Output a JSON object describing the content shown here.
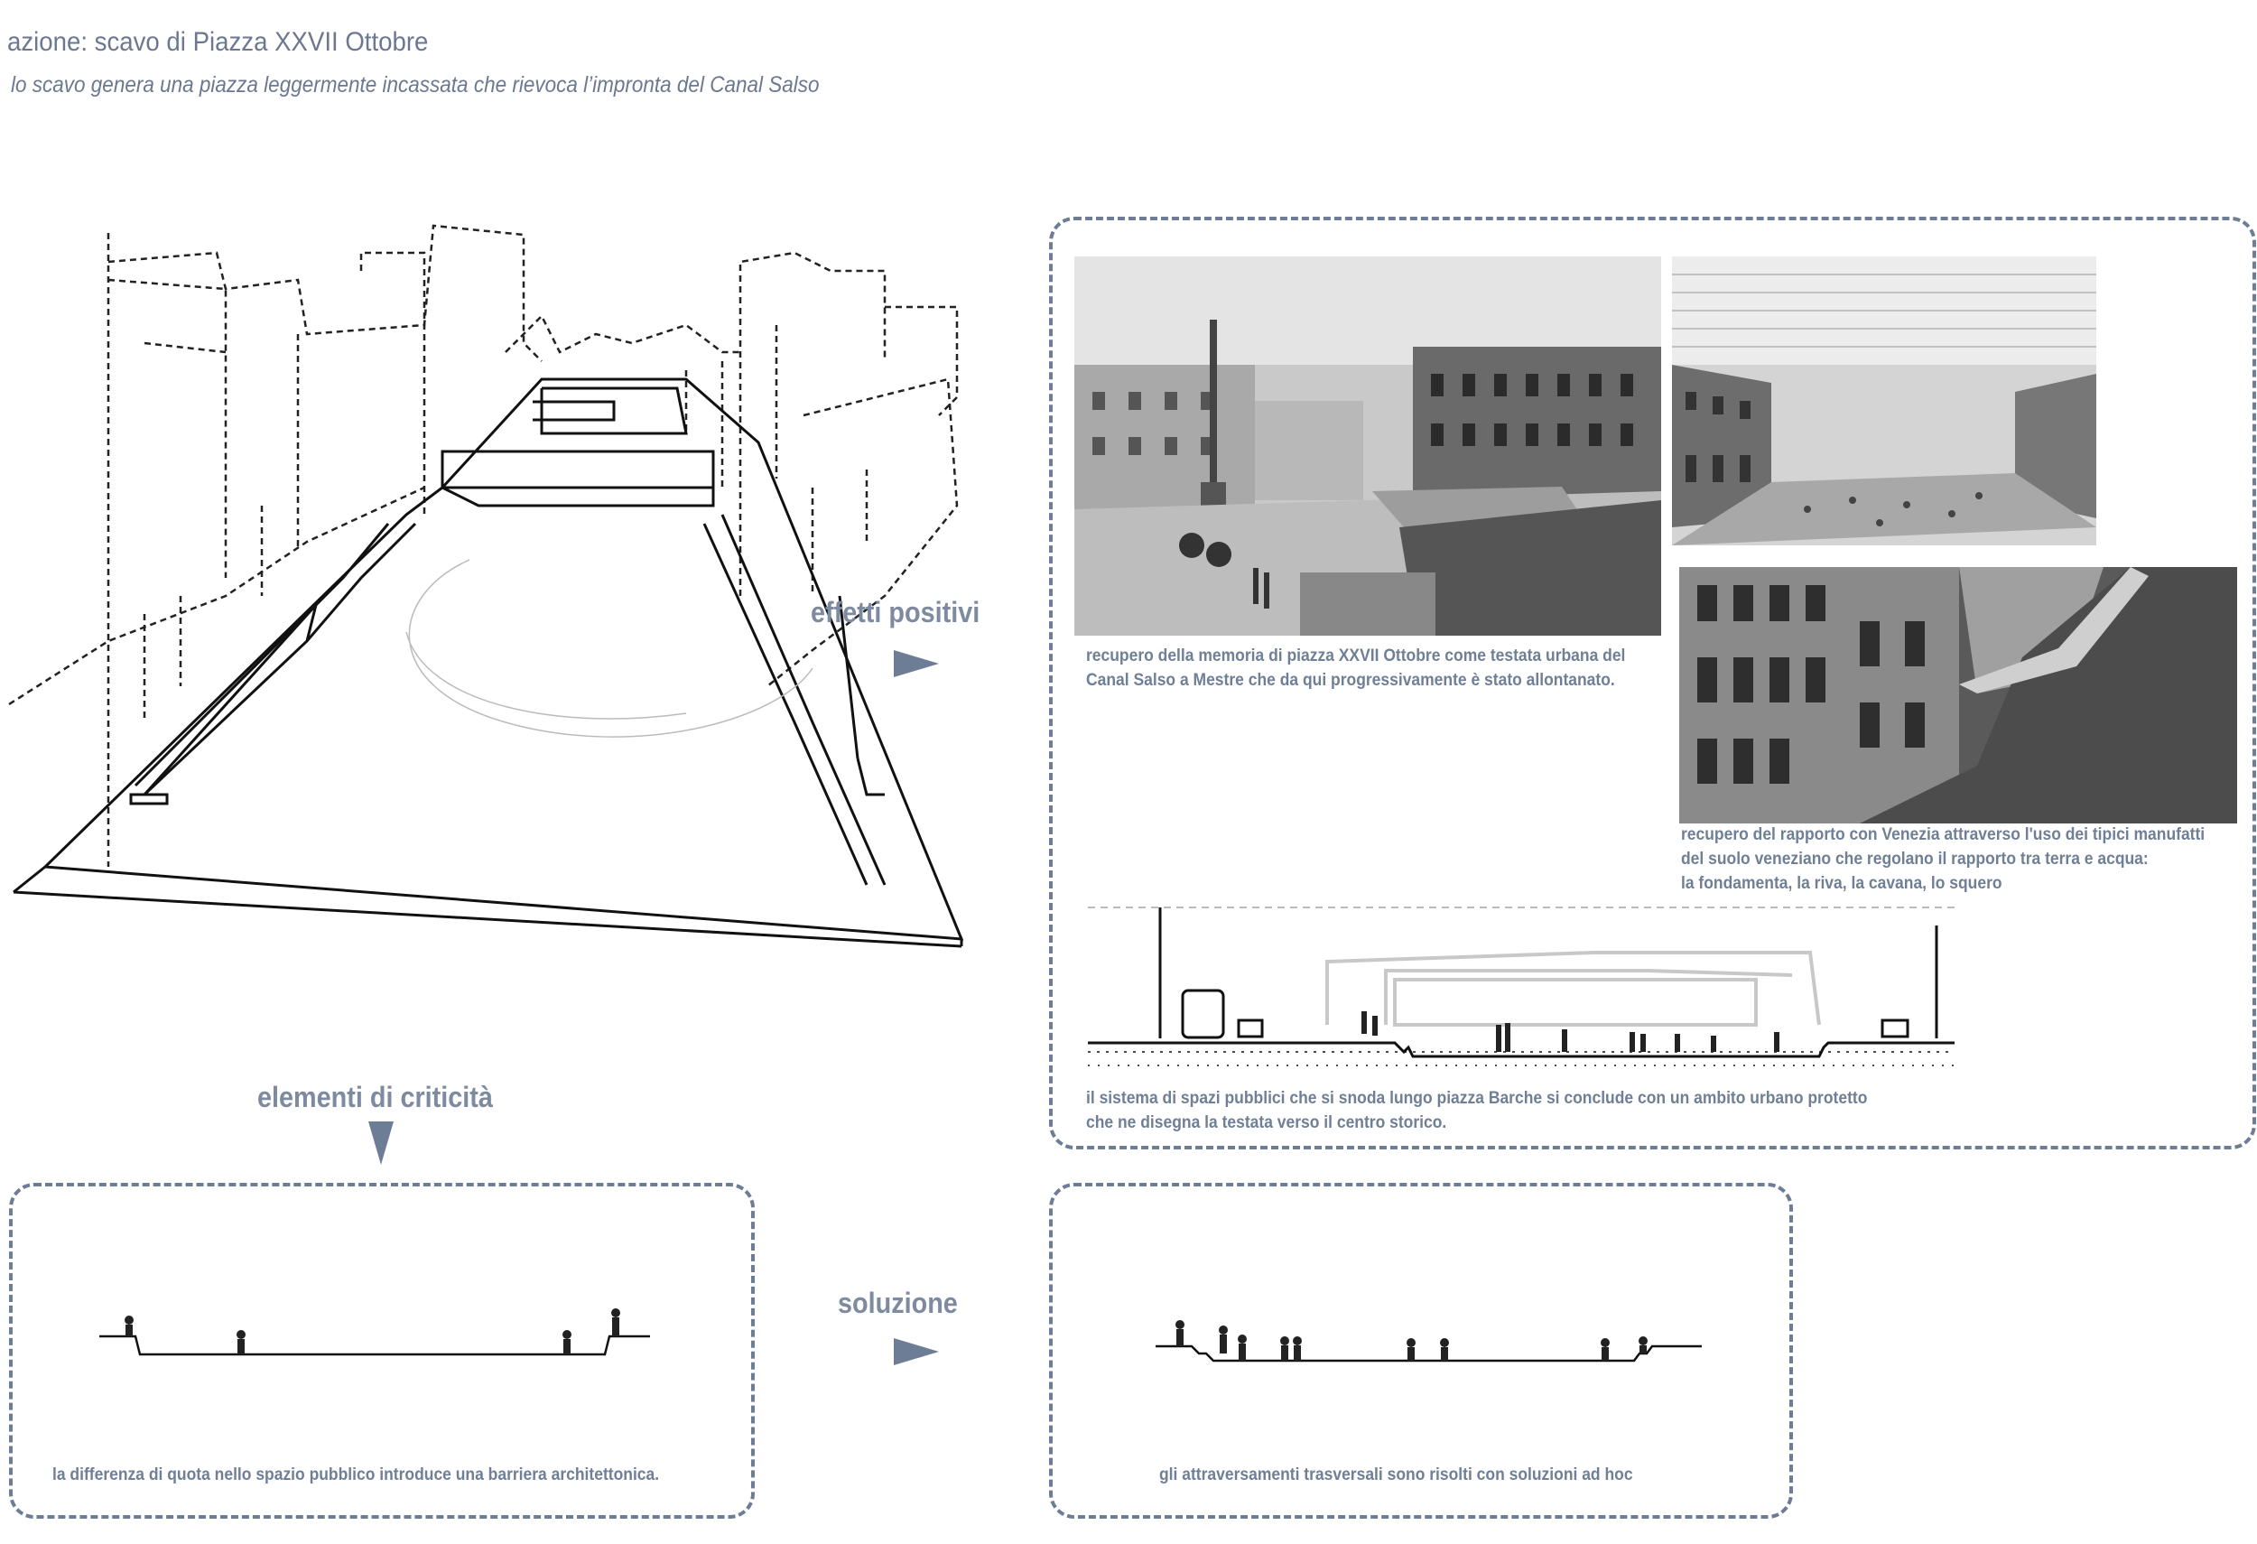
{
  "header": {
    "title": "azione: scavo di Piazza XXVII Ottobre",
    "subtitle": "lo scavo genera una piazza leggermente incassata che rievoca l’impronta del Canal Salso"
  },
  "flow": {
    "positive_label": "effetti positivi",
    "critical_label": "elementi di criticità",
    "solution_label": "soluzione"
  },
  "positive_effects": {
    "caption_1": [
      "recupero della memoria di piazza XXVII Ottobre come testata urbana del",
      "Canal Salso a Mestre che da qui progressivamente è stato allontanato."
    ],
    "caption_2": [
      "recupero del rapporto con Venezia attraverso l'uso dei tipici manufatti",
      "del suolo veneziano che regolano il rapporto tra terra e acqua:",
      "la fondamenta, la riva, la cavana, lo squero"
    ],
    "caption_3": [
      "il sistema di spazi pubblici che si snoda lungo piazza Barche si conclude con un ambito urbano protetto",
      "che ne disegna la testata verso il centro storico."
    ]
  },
  "critical": {
    "caption": "la differenza di quota nello spazio pubblico introduce una barriera architettonica."
  },
  "solution": {
    "caption": "gli attraversamenti trasversali sono risolti con soluzioni ad hoc"
  },
  "colors": {
    "accent": "#6d7d96",
    "text": "#6f7f96"
  }
}
